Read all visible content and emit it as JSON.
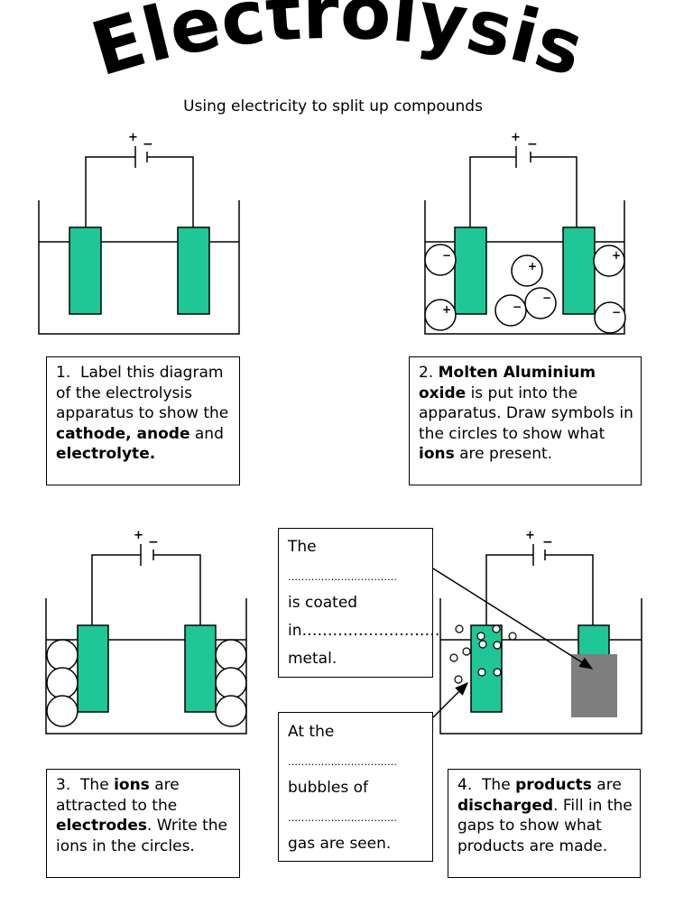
{
  "title": "Electrolysis",
  "subtitle": "Using electricity to split up compounds",
  "colors": {
    "electrode": "#1ec795",
    "deposit": "#7f7f7f",
    "line": "#000000"
  },
  "battery": {
    "plus": "+",
    "minus": "−"
  },
  "diagram2_ions": {
    "minus": "−",
    "plus": "+"
  },
  "box1": {
    "num": "1.",
    "t1": "Label this diagram of the electrolysis apparatus to show the ",
    "b1": "cathode, anode",
    "t2": " and ",
    "b2": "electrolyte."
  },
  "box2": {
    "num": "2.",
    "b1": "Molten Aluminium oxide",
    "t1": " is put into the apparatus.  Draw symbols in the circles to show what ",
    "b2": "ions",
    "t2": " are present."
  },
  "box3": {
    "num": "3.",
    "t1": "The ",
    "b1": "ions",
    "t2": " are attracted to the ",
    "b2": "electrodes",
    "t3": ".  Write the ions in the circles."
  },
  "box4": {
    "num": "4.",
    "t1": "The ",
    "b1": "products",
    "t2": " are ",
    "b2": "discharged",
    "t3": ".  Fill in the gaps to show what products are made."
  },
  "fill_metal": {
    "line1": "The",
    "blank1": "……………………………",
    "line2": "is coated",
    "line3": "in………………………",
    "line4": "metal."
  },
  "fill_gas": {
    "line1": "At the",
    "blank1": "……………………………",
    "line2": "bubbles of",
    "blank2": "……………………………",
    "line3": "gas are seen."
  }
}
